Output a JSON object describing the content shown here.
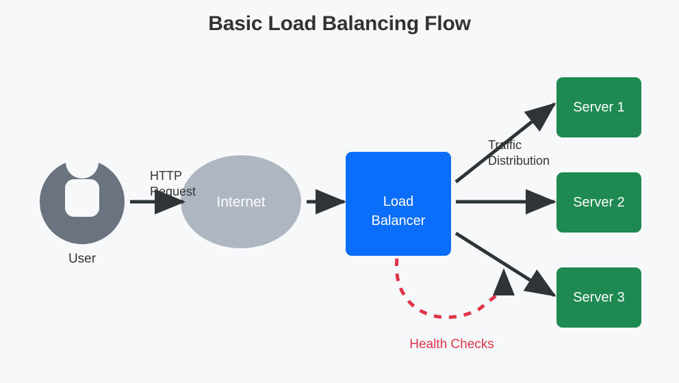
{
  "diagram": {
    "title": "Basic Load Balancing Flow",
    "background_color": "#f7f8fa",
    "nodes": {
      "user": {
        "label": "User",
        "icon": "user-avatar-icon",
        "color": "#6b7280"
      },
      "internet": {
        "label": "Internet",
        "shape": "ellipse",
        "color": "#aeb6c2"
      },
      "load_balancer": {
        "label_line1": "Load",
        "label_line2": "Balancer",
        "color": "#0b6efb"
      },
      "server1": {
        "label": "Server 1",
        "color": "#1e8a51"
      },
      "server2": {
        "label": "Server 2",
        "color": "#1e8a51"
      },
      "server3": {
        "label": "Server 3",
        "color": "#1e8a51"
      }
    },
    "edge_labels": {
      "http_request_line1": "HTTP",
      "http_request_line2": "Request",
      "traffic_line1": "Traffic",
      "traffic_line2": "Distribution",
      "health_checks": "Health Checks"
    },
    "colors": {
      "arrow": "#2f3437",
      "health_check": "#e0344b",
      "text": "#333333",
      "title": "#333333"
    }
  }
}
